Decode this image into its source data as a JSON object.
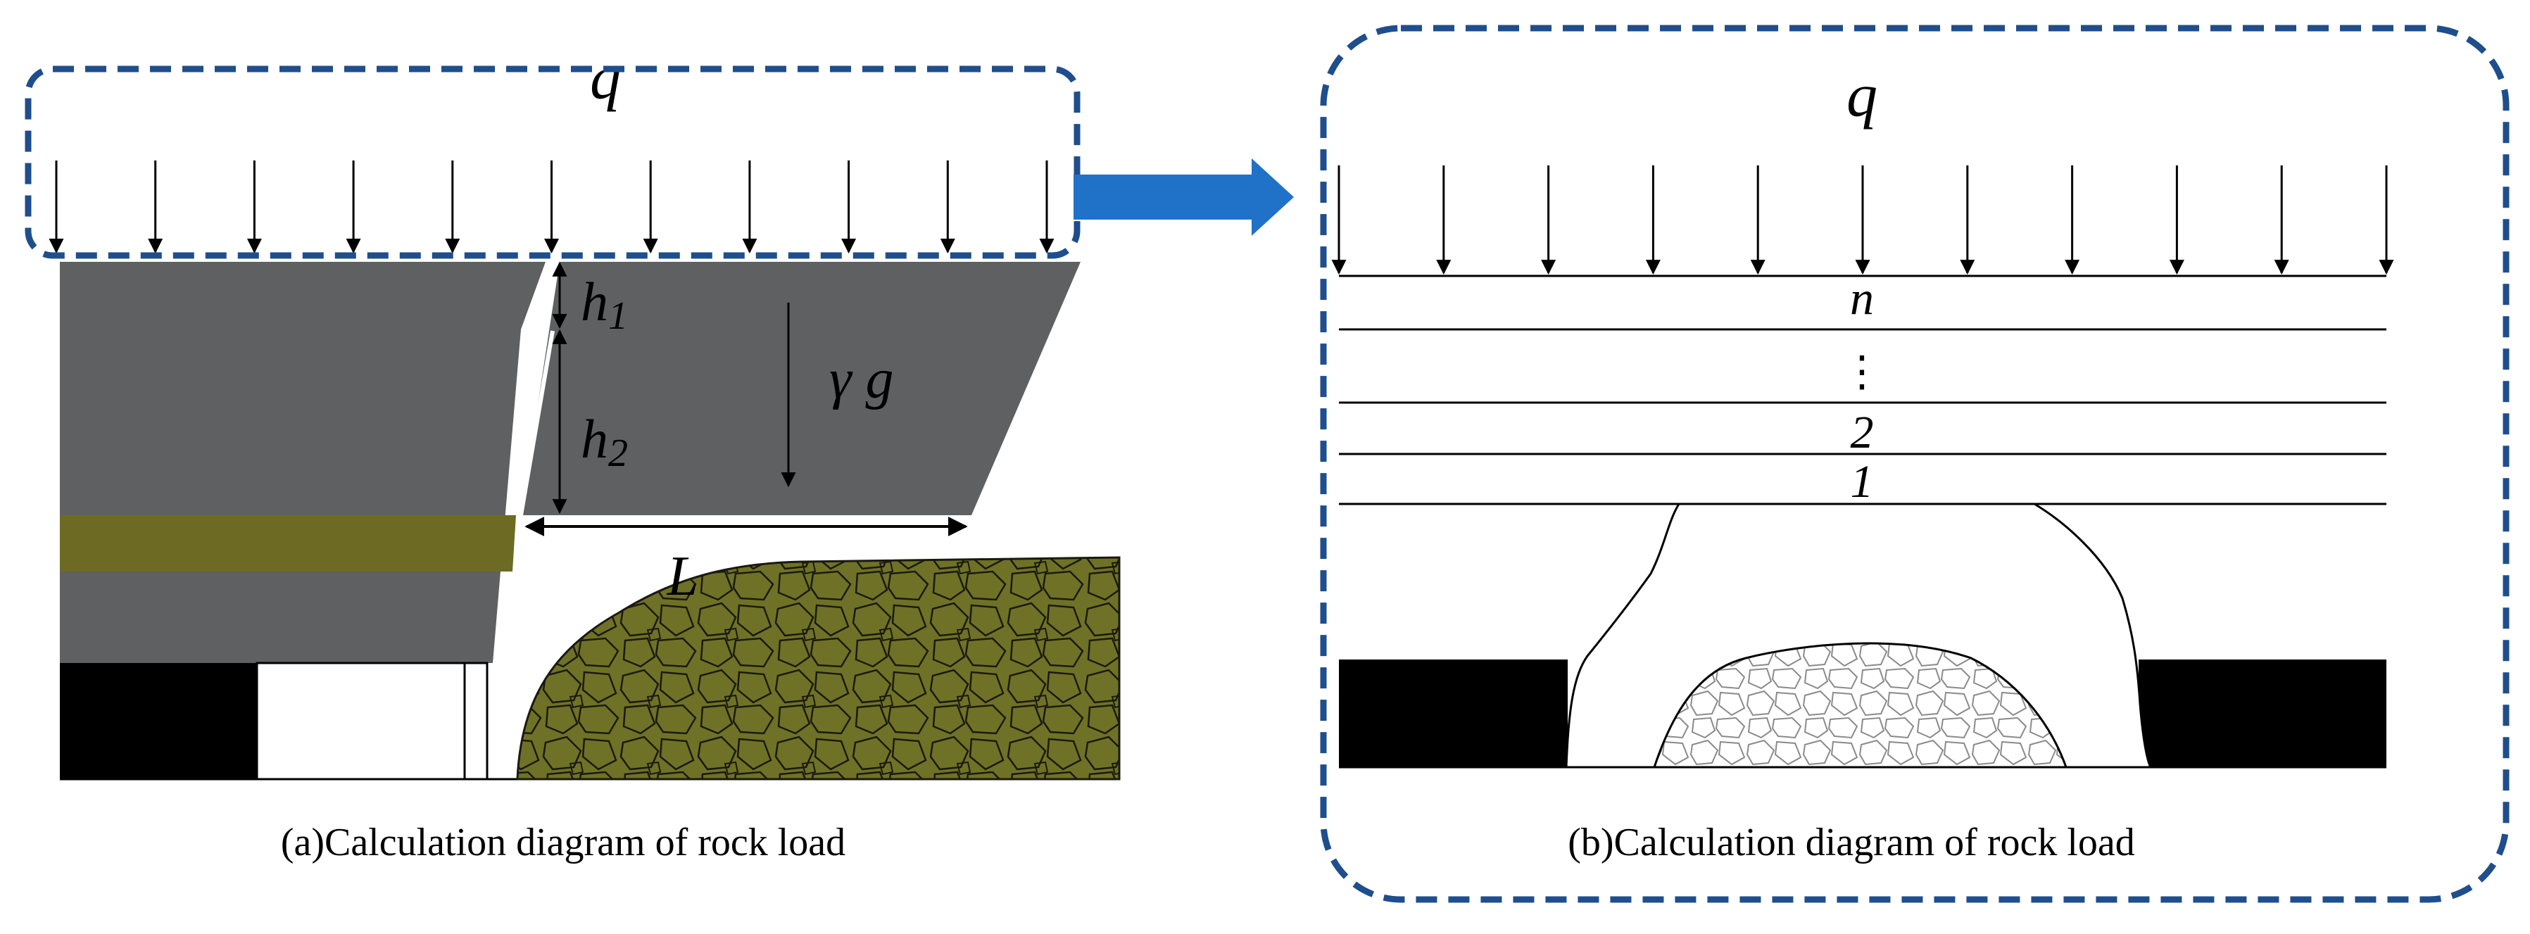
{
  "panel_a": {
    "load_symbol": "q",
    "h1_sub": "1",
    "h2_sub": "2",
    "h_base": "h",
    "weight_label": "γ g",
    "span_label": "L",
    "caption": "(a)Calculation diagram of rock load"
  },
  "panel_b": {
    "load_symbol": "q",
    "layer_top": "n",
    "layer_ellipsis": "⋮",
    "layer_2": "2",
    "layer_1": "1",
    "caption": "(b)Calculation diagram of rock load"
  },
  "colors": {
    "frame": "#1f4e8c",
    "arrow_fill": "#1f72c8",
    "rock_gray": "#5f6062",
    "coal_seam": "#6d6b23",
    "gob_fill": "#6f7127",
    "black": "#000000"
  },
  "icons": {
    "transition": "right-arrow-icon",
    "load_arrow": "down-arrow-icon"
  }
}
